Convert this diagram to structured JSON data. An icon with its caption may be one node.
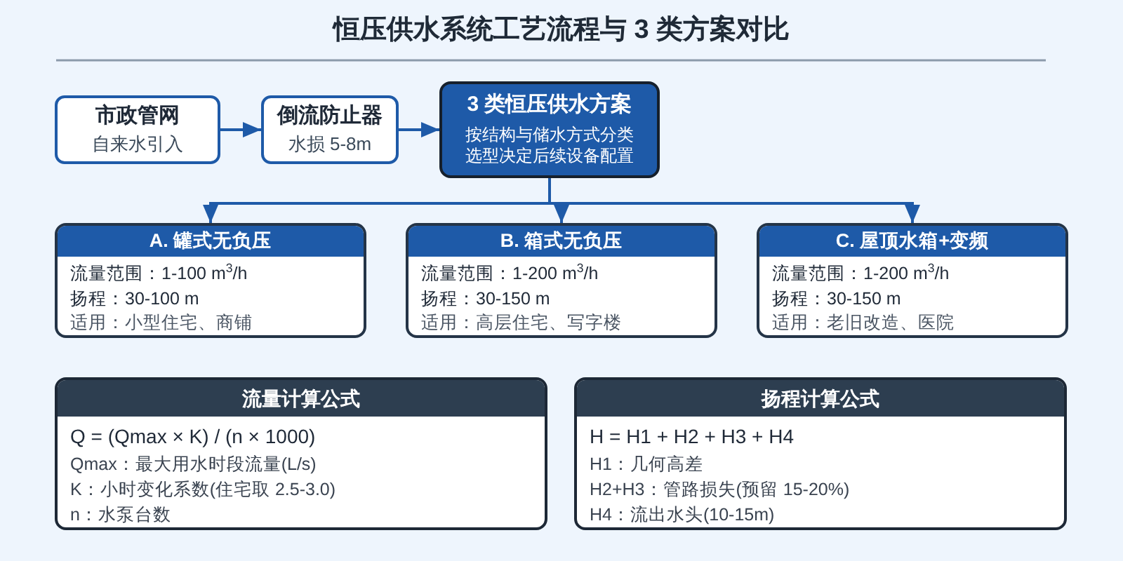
{
  "diagram": {
    "title": "恒压供水系统工艺流程与 3 类方案对比",
    "nodes": [
      {
        "text": [
          "市政管网",
          "自来水引入"
        ]
      },
      {
        "text": [
          "倒流防止器",
          "水损 5-8m"
        ]
      },
      {
        "text": [
          "3 类恒压供水方案",
          "按结构与储水方式分类",
          "选型决定后续设备配置"
        ]
      },
      {
        "text": [
          "A. 罐式无负压",
          "流量范围：1-100 m$^{3}$/h",
          "扬程：30-100 m",
          "适用：小型住宅、商铺"
        ]
      },
      {
        "text": [
          "B. 箱式无负压",
          "流量范围：1-200 m$^{3}$/h",
          "扬程：30-150 m",
          "适用：高层住宅、写字楼"
        ]
      },
      {
        "text": [
          "C. 屋顶水箱+变频",
          "流量范围：1-200 m$^{3}$/h",
          "扬程：30-150 m",
          "适用：老旧改造、医院"
        ]
      },
      {
        "text": [
          "流量计算公式",
          "Q = (Qmax × K) / (n × 1000)",
          "Qmax：最大用水时段流量(L/s)",
          "K：小时变化系数(住宅取 2.5-3.0)",
          "n：水泵台数"
        ]
      },
      {
        "text": [
          "扬程计算公式",
          "H = H1 + H2 + H3 + H4",
          "H1：几何高差",
          "H2+H3：管路损失(预留 15-20%)",
          "H4：流出水头(10-15m)"
        ]
      }
    ],
    "edges": [
      {
        "from": 0,
        "to": 1,
        "arrow": "to"
      },
      {
        "from": 1,
        "to": 2,
        "arrow": "to"
      },
      {
        "from": 2,
        "to": 3,
        "arrow": "to"
      },
      {
        "from": 2,
        "to": 4,
        "arrow": "to"
      },
      {
        "from": 2,
        "to": 5,
        "arrow": "to"
      }
    ]
  }
}
